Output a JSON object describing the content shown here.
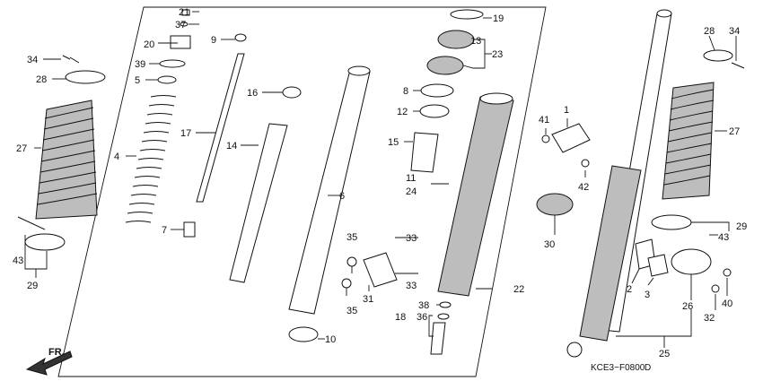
{
  "diagram_code": "KCE3−F0800",
  "diagram_rev": "D",
  "direction_label": "FR.",
  "callouts": {
    "c21": "21",
    "c37": "37",
    "c20": "20",
    "c39": "39",
    "c5": "5",
    "c4": "4",
    "c7": "7",
    "c9": "9",
    "c17": "17",
    "c16": "16",
    "c14": "14",
    "c6": "6",
    "c10": "10",
    "c19": "19",
    "c13": "13",
    "c23": "23",
    "c8": "8",
    "c12": "12",
    "c15": "15",
    "c11": "11",
    "c24": "24",
    "c22": "22",
    "c33a": "33",
    "c33b": "33",
    "c35a": "35",
    "c35b": "35",
    "c31": "31",
    "c38": "38",
    "c18": "18",
    "c36": "36",
    "c34l": "34",
    "c28l": "28",
    "c27l": "27",
    "c43l": "43",
    "c29l": "29",
    "c1": "1",
    "c41": "41",
    "c42": "42",
    "c30": "30",
    "c28r": "28",
    "c34r": "34",
    "c27r": "27",
    "c29r": "29",
    "c43r": "43",
    "c2": "2",
    "c3": "3",
    "c26": "26",
    "c32": "32",
    "c40": "40",
    "c25": "25"
  }
}
